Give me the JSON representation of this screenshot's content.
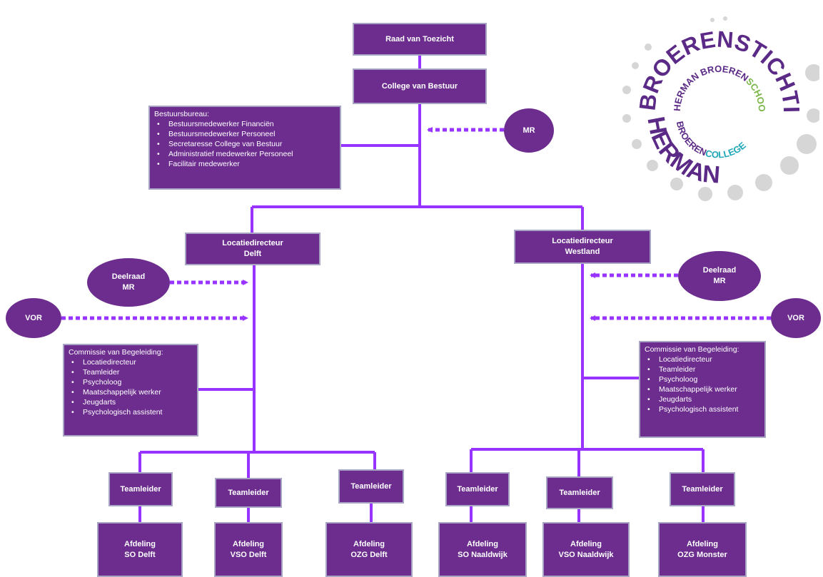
{
  "colors": {
    "box": "#6c2d8f",
    "line": "#9933ff",
    "box_border": "#a7a4c4"
  },
  "top": {
    "raad": "Raad van Toezicht",
    "college": "College van Bestuur",
    "mr": "MR"
  },
  "bestuursbureau": {
    "title": "Bestuursbureau:",
    "items": [
      "Bestuursmedewerker Financiën",
      "Bestuursmedewerker Personeel",
      "Secretaresse College van Bestuur",
      "Administratief medewerker Personeel",
      "Facilitair medewerker"
    ]
  },
  "delft": {
    "director": [
      "Locatiedirecteur",
      "Delft"
    ],
    "deelraad": [
      "Deelraad",
      "MR"
    ],
    "vor": "VOR",
    "commissie": {
      "title": "Commissie van Begeleiding:",
      "items": [
        "Locatiedirecteur",
        "Teamleider",
        "Psycholoog",
        "Maatschappelijk werker",
        "Jeugdarts",
        "Psychologisch assistent"
      ]
    },
    "teams": [
      {
        "leader": "Teamleider",
        "dept": [
          "Afdeling",
          "SO Delft"
        ]
      },
      {
        "leader": "Teamleider",
        "dept": [
          "Afdeling",
          "VSO Delft"
        ]
      },
      {
        "leader": "Teamleider",
        "dept": [
          "Afdeling",
          "OZG Delft"
        ]
      }
    ]
  },
  "westland": {
    "director": [
      "Locatiedirecteur",
      "Westland"
    ],
    "deelraad": [
      "Deelraad",
      "MR"
    ],
    "vor": "VOR",
    "commissie": {
      "title": "Commissie van Begeleiding:",
      "items": [
        "Locatiedirecteur",
        "Teamleider",
        "Psycholoog",
        "Maatschappelijk werker",
        "Jeugdarts",
        "Psychologisch assistent"
      ]
    },
    "teams": [
      {
        "leader": "Teamleider",
        "dept": [
          "Afdeling",
          "SO Naaldwijk"
        ]
      },
      {
        "leader": "Teamleider",
        "dept": [
          "Afdeling",
          "VSO Naaldwijk"
        ]
      },
      {
        "leader": "Teamleider",
        "dept": [
          "Afdeling",
          "OZG Monster"
        ]
      }
    ]
  },
  "logo": {
    "outer_top": "BROERENSTICHTING",
    "outer_bottom": "HERMAN",
    "inner_top_a": "HERMAN BROEREN",
    "inner_top_b": "SCHOOL",
    "inner_bottom_a": "BROEREN",
    "inner_bottom_b": "COLLEGE",
    "colors": {
      "purple": "#5b2a86",
      "red": "#e1306c",
      "green": "#7ab648",
      "teal": "#1fa7b8",
      "dots": "#d6d6d6"
    }
  }
}
